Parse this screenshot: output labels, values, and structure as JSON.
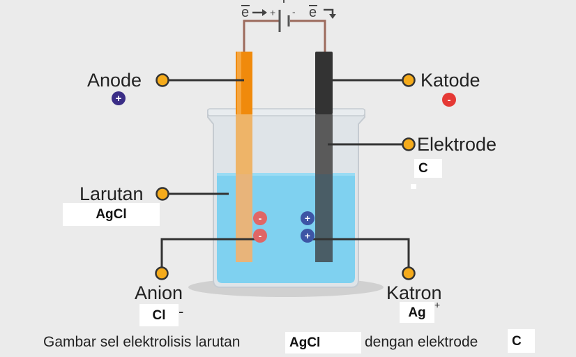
{
  "circuit": {
    "electron_left": "e",
    "electron_right": "e",
    "plus_sign": "+",
    "minus_sign": "-"
  },
  "labels": {
    "anode": "Anode",
    "katode": "Katode",
    "elektrode": "Elektrode",
    "larutan": "Larutan",
    "anion": "Anion",
    "katron": "Katron"
  },
  "answers": {
    "elektrode_value": "C",
    "larutan_value": "AgCl",
    "anion_value": "Cl",
    "anion_charge": "-",
    "katron_value": "Ag",
    "katron_charge": "+"
  },
  "charges": {
    "anode_sign": "+",
    "katode_sign": "-",
    "negative_ion": "-",
    "positive_ion": "+"
  },
  "caption": {
    "prefix": "Gambar sel elektrolisis larutan",
    "solution_value": "AgCl",
    "middle": "dengan elektrode",
    "electrode_value": "C"
  },
  "colors": {
    "anode_rod": "#f08a0c",
    "cathode_rod": "#333333",
    "solution": "#7fd1f0",
    "connector_dot": "#f5ab1b",
    "wire": "#9c6a5c",
    "positive_badge": "#3a2d86",
    "negative_badge": "#e53935",
    "anion_badge": "#e06666",
    "cation_badge": "#3d55a5"
  }
}
